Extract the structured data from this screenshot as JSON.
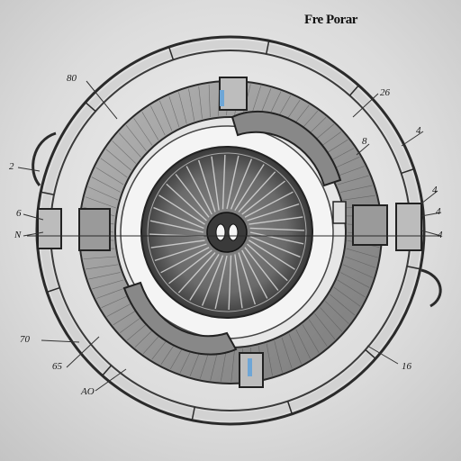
{
  "diagram": {
    "title": "Fre Porar",
    "callouts": {
      "c1": "80",
      "c2": "26",
      "c3": "4",
      "c4": "8",
      "c5": "2",
      "c6": "N",
      "c7": "6",
      "c8": "70",
      "c9": "65",
      "c10": "AO",
      "c11": "16",
      "c12": "4",
      "c13": "4",
      "c14": "4"
    }
  },
  "colors": {
    "line": "#2a2a2a",
    "ring_light": "#d0d0d0",
    "ring_mid": "#9a9a9a",
    "ring_dark": "#5a5a5a",
    "accent_blue": "#6ea6d6"
  }
}
